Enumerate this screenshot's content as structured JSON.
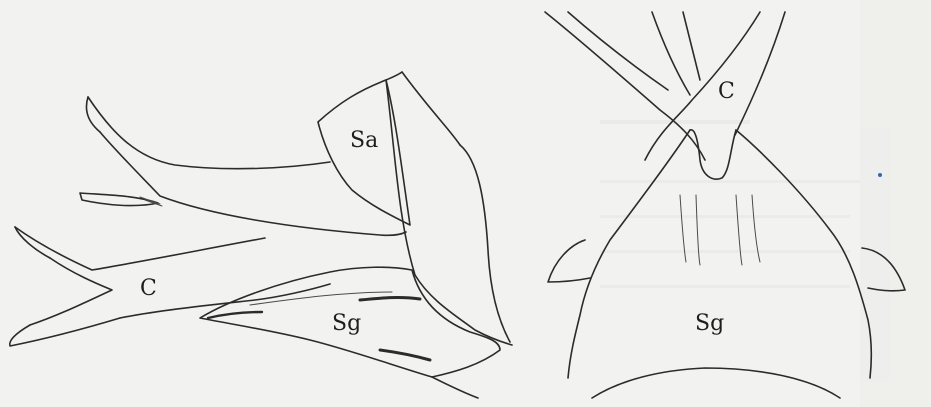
{
  "left_figure": {
    "labels": {
      "sa": "Sa",
      "c": "C",
      "sg": "Sg"
    }
  },
  "right_figure": {
    "labels": {
      "c": "C",
      "sg": "Sg"
    }
  },
  "colors": {
    "paper": "#f2f2f0",
    "ink": "#2b2b2b"
  }
}
